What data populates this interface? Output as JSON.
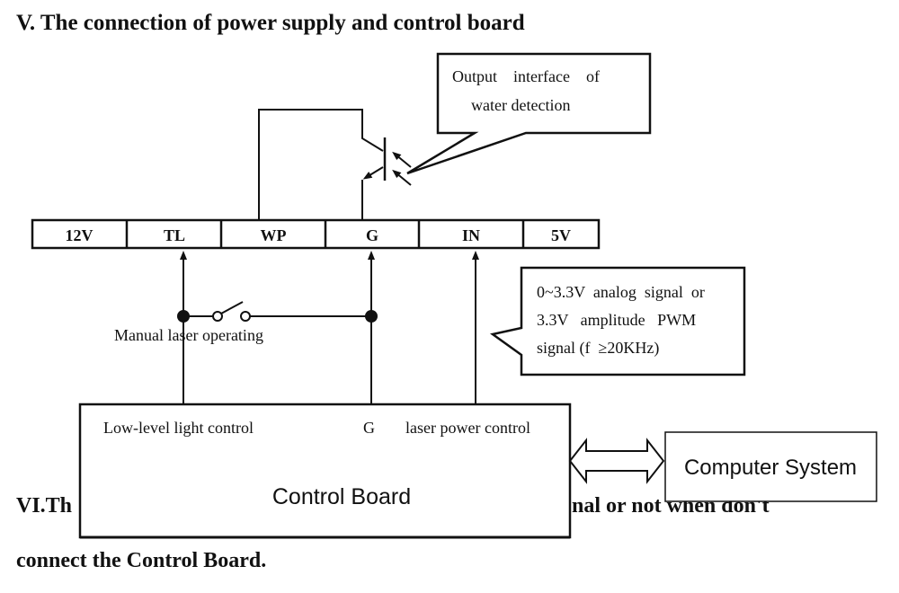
{
  "heading_v": "V. The connection of power supply and control board",
  "terminals": [
    "12V",
    "TL",
    "WP",
    "G",
    "IN",
    "5V"
  ],
  "callout_water": {
    "line1": "Output    interface    of",
    "line2": "water detection"
  },
  "switch_label": "Manual laser operating",
  "callout_signal": {
    "line1": "0~3.3V  analog  signal  or",
    "line2": "3.3V   amplitude   PWM",
    "line3": "signal (f  ≥20KHz)"
  },
  "control_board": {
    "title": "Control Board",
    "pin_low_level": "Low-level light control",
    "pin_g": "G",
    "pin_power": "laser power control"
  },
  "computer_system": "Computer System",
  "heading_vi": {
    "left_fragment": "VI.Th",
    "right_fragment": "nal  or  not  when  don't",
    "line2": "connect the Control Board."
  }
}
